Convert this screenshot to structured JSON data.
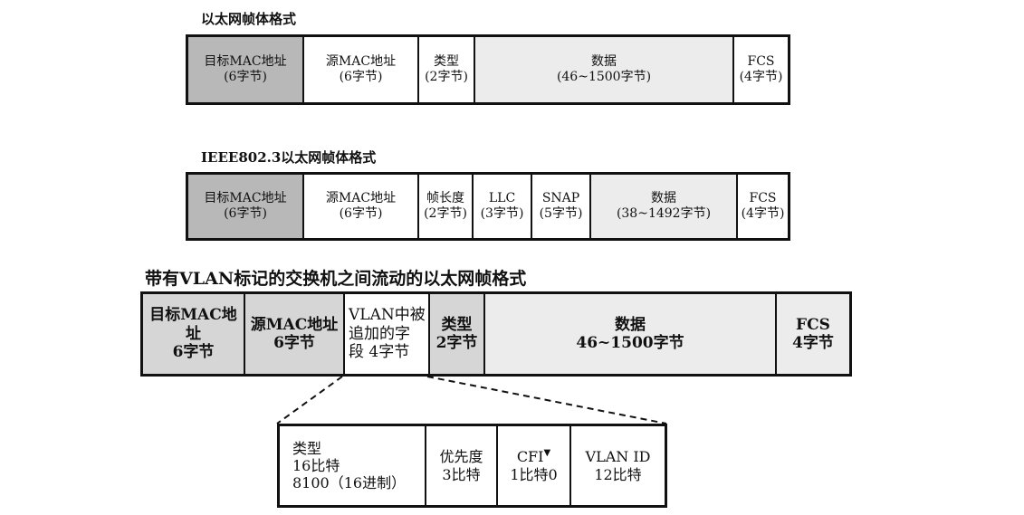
{
  "diagram": {
    "ethernet_frame": {
      "title": "以太网帧体格式",
      "fields": [
        {
          "name": "目标MAC地址",
          "size": "(6字节)"
        },
        {
          "name": "源MAC地址",
          "size": "(6字节)"
        },
        {
          "name": "类型",
          "size": "(2字节)"
        },
        {
          "name": "数据",
          "size": "(46~1500字节)"
        },
        {
          "name": "FCS",
          "size": "(4字节)"
        }
      ]
    },
    "ieee8023_frame": {
      "title": "IEEE802.3以太网帧体格式",
      "fields": [
        {
          "name": "目标MAC地址",
          "size": "(6字节)"
        },
        {
          "name": "源MAC地址",
          "size": "(6字节)"
        },
        {
          "name": "帧长度",
          "size": "(2字节)"
        },
        {
          "name": "LLC",
          "size": "(3字节)"
        },
        {
          "name": "SNAP",
          "size": "(5字节)"
        },
        {
          "name": "数据",
          "size": "(38~1492字节)"
        },
        {
          "name": "FCS",
          "size": "(4字节)"
        }
      ]
    },
    "vlan_frame": {
      "title": "带有VLAN标记的交换机之间流动的以太网帧格式",
      "fields": [
        {
          "name": "目标MAC地址",
          "size": "6字节"
        },
        {
          "name": "源MAC地址",
          "size": "6字节"
        },
        {
          "name": "VLAN中被",
          "line2": "追加的字",
          "line3": "段 4字节"
        },
        {
          "name": "类型",
          "size": "2字节"
        },
        {
          "name": "数据",
          "size": "46~1500字节"
        },
        {
          "name": "FCS",
          "size": "4字节"
        }
      ]
    },
    "vlan_tag_detail": {
      "fields": [
        {
          "name": "类型",
          "line2": "16比特",
          "line3": "8100（16进制）"
        },
        {
          "name": "优先度",
          "size": "3比特"
        },
        {
          "name": "CFI",
          "marker": "▼",
          "size": "1比特0"
        },
        {
          "name": "VLAN ID",
          "size": "12比特"
        }
      ]
    }
  }
}
